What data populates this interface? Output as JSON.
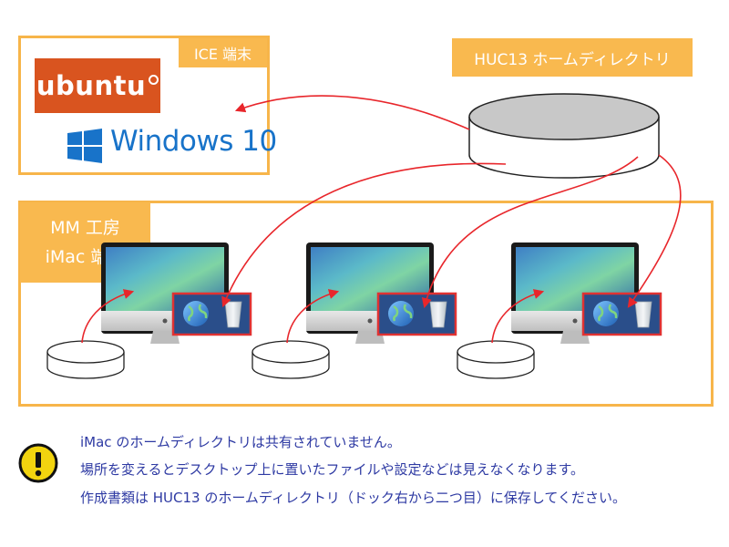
{
  "labels": {
    "ice_terminal": "ICE 端末",
    "huc13_home": "HUC13 ホームディレクトリ",
    "mm_line1": "MM 工房",
    "mm_line2": "iMac 端末"
  },
  "logos": {
    "ubuntu_text": "ubuntu",
    "windows_text": "Windows 10",
    "windows_color": "#1873c9",
    "ubuntu_color": "#d9541f"
  },
  "notice": {
    "line1": "iMac のホームディレクトリは共有されていません。",
    "line2": "場所を変えるとデスクトップ上に置いたファイルや設定などは見えなくなります。",
    "line3": "作成書類は HUC13 のホームディレクトリ（ドック右から二つ目）に保存してください。",
    "icon": "warning-exclamation-icon"
  },
  "colors": {
    "frame": "#f7b54a",
    "tag_bg": "#f9b94f",
    "arrow": "#e8262b",
    "text": "#2e3aa3",
    "warn": "#f2d40f"
  }
}
